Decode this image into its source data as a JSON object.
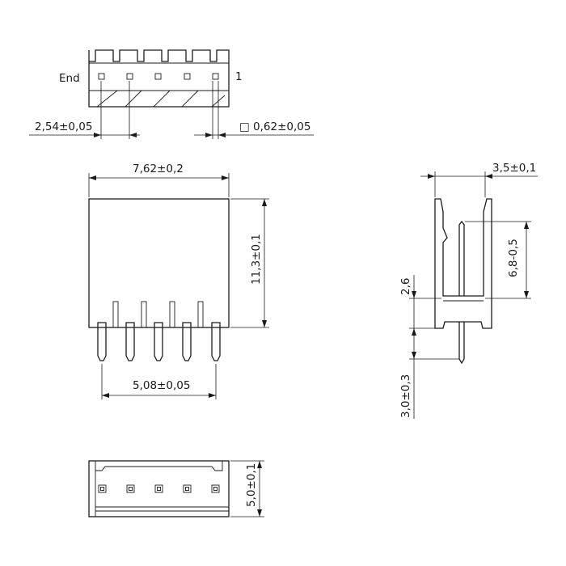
{
  "top_view": {
    "end_label": "End",
    "pin1_label": "1",
    "pitch_dim": "2,54±0,05",
    "pin_section_dim": "□ 0,62±0,05"
  },
  "front_view": {
    "width_dim": "7,62±0,2",
    "height_dim": "11,3±0,1",
    "pin_span_dim": "5,08±0,05"
  },
  "side_view": {
    "depth_dim": "3,5±0,1",
    "pin_length_dim": "6,8-0,5",
    "standoff_dim": "2,6",
    "tail_dim": "3,0±0,3"
  },
  "bottom_view": {
    "depth_dim": "5,0±0,1"
  }
}
